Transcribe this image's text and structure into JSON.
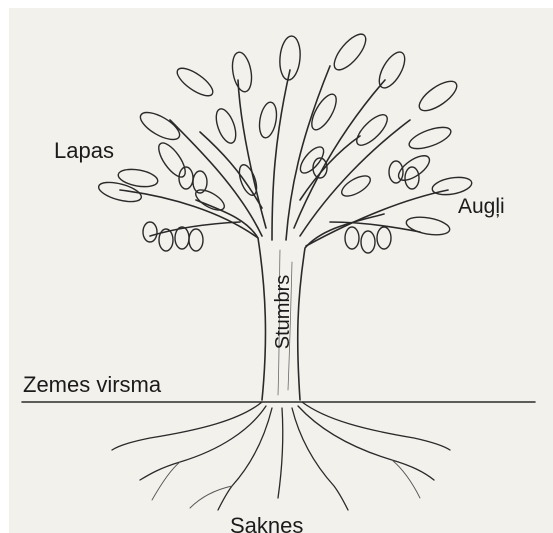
{
  "labels": {
    "leaves": "Lapas",
    "fruits": "Augļi",
    "trunk": "Stumbrs",
    "ground": "Zemes virsma",
    "roots": "Saknes"
  },
  "colors": {
    "paper": "#f3f1ec",
    "border": "#ffffff",
    "ink": "#1b1b1b",
    "pencil": "#2a2a2a"
  }
}
